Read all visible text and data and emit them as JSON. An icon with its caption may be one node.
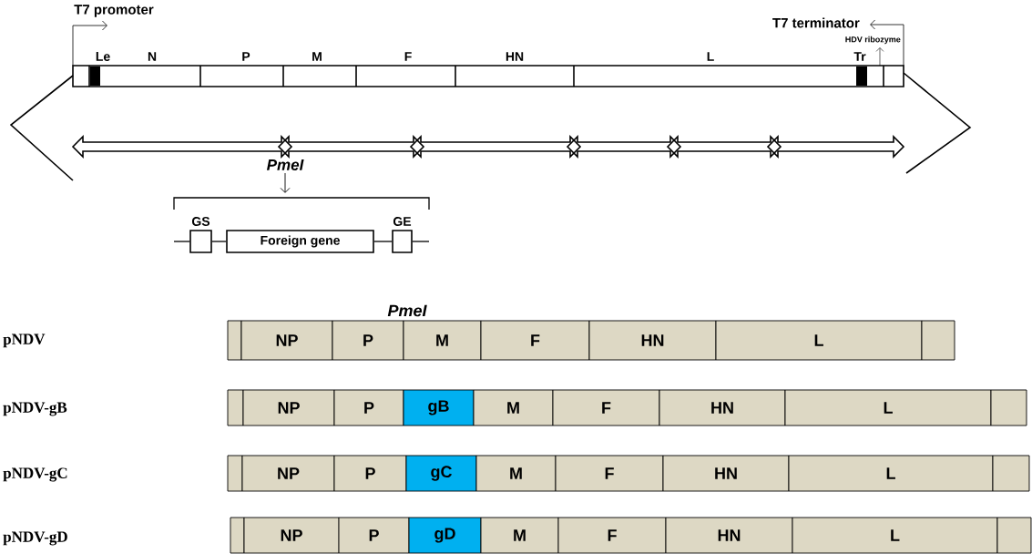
{
  "diagram": {
    "nodes": [
      {
        "text": [
          "GS"
        ]
      },
      {
        "text": [
          "Foreign gene"
        ]
      },
      {
        "text": [
          "GE"
        ]
      },
      {
        "text": [],
        "shape": "box"
      },
      {
        "text": [
          "NP"
        ]
      },
      {
        "text": [
          "P"
        ]
      },
      {
        "text": [
          "M"
        ]
      },
      {
        "text": [
          "F"
        ]
      },
      {
        "text": [
          "HN"
        ]
      },
      {
        "text": [
          "L"
        ]
      },
      {
        "text": [],
        "shape": "box"
      },
      {
        "text": [],
        "shape": "box"
      },
      {
        "text": [
          "NP"
        ]
      },
      {
        "text": [
          "P"
        ]
      },
      {
        "text": [
          "gB"
        ]
      },
      {
        "text": [
          "M"
        ]
      },
      {
        "text": [
          "F"
        ]
      },
      {
        "text": [
          "HN"
        ]
      },
      {
        "text": [
          "L"
        ]
      },
      {
        "text": [],
        "shape": "box"
      },
      {
        "text": [],
        "shape": "box"
      },
      {
        "text": [
          "NP"
        ]
      },
      {
        "text": [
          "P"
        ]
      },
      {
        "text": [
          "gC"
        ]
      },
      {
        "text": [
          "M"
        ]
      },
      {
        "text": [
          "F"
        ]
      },
      {
        "text": [
          "HN"
        ]
      },
      {
        "text": [
          "L"
        ]
      },
      {
        "text": [],
        "shape": "box"
      },
      {
        "text": [],
        "shape": "box"
      },
      {
        "text": [
          "NP"
        ]
      },
      {
        "text": [
          "P"
        ]
      },
      {
        "text": [
          "gD"
        ]
      },
      {
        "text": [
          "M"
        ]
      },
      {
        "text": [
          "F"
        ]
      },
      {
        "text": [
          "HN"
        ]
      },
      {
        "text": [
          "L"
        ]
      },
      {
        "text": [],
        "shape": "box"
      }
    ],
    "edges": [
      {
        "from": null,
        "to": 0,
        "arrow": "none"
      },
      {
        "from": 0,
        "to": 1,
        "arrow": "none"
      },
      {
        "from": 1,
        "to": 2,
        "arrow": "none"
      },
      {
        "from": 2,
        "to": null,
        "arrow": "none"
      }
    ],
    "labels": [
      "T7 promoter",
      "T7 terminator",
      "HDV ribozyme",
      "Le",
      "N",
      "P",
      "M",
      "F",
      "HN",
      "L",
      "Tr",
      "PmeI",
      "PmeI",
      "pNDV",
      "pNDV-gB",
      "pNDV-gC",
      "pNDV-gD"
    ]
  }
}
